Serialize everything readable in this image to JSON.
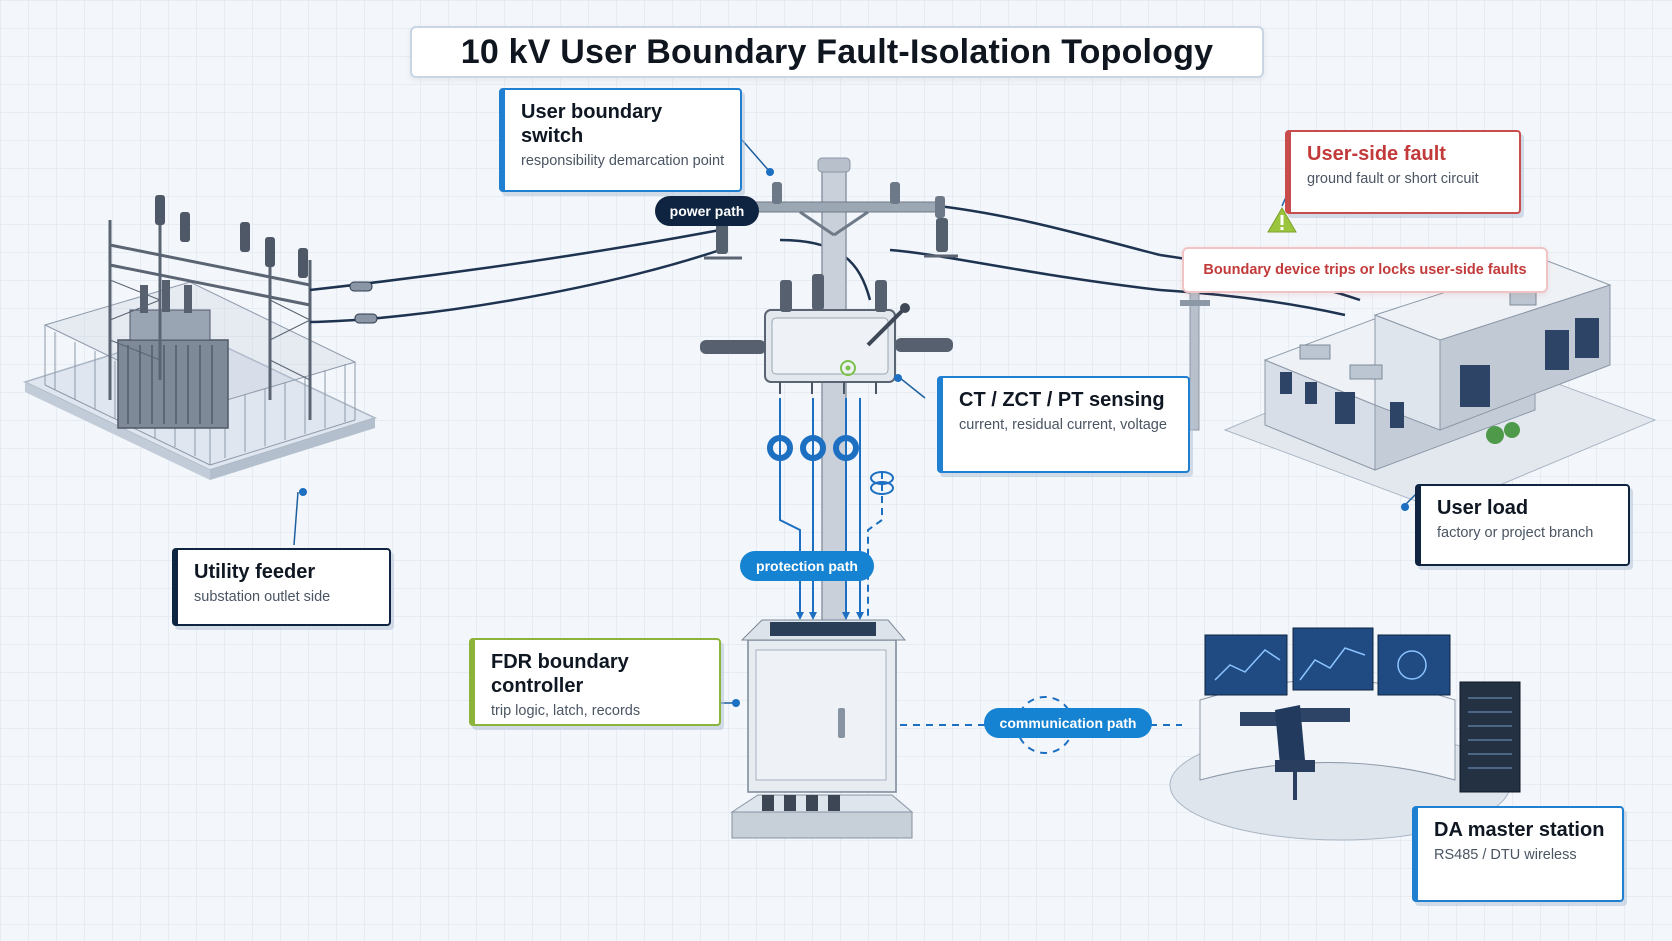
{
  "title": "10 kV User Boundary Fault-Isolation Topology",
  "paths": {
    "power": "power path",
    "protection": "protection path",
    "communication": "communication path"
  },
  "cards": {
    "user_boundary_switch": {
      "title": "User boundary switch",
      "subtitle": "responsibility demarcation point"
    },
    "user_side_fault": {
      "title": "User-side fault",
      "subtitle": "ground fault or short circuit"
    },
    "ct_sensing": {
      "title": "CT / ZCT / PT sensing",
      "subtitle": "current, residual current, voltage"
    },
    "user_load": {
      "title": "User load",
      "subtitle": "factory or project branch"
    },
    "utility_feeder": {
      "title": "Utility feeder",
      "subtitle": "substation outlet side"
    },
    "fdr_controller": {
      "title": "FDR boundary controller",
      "subtitle": "trip logic, latch, records"
    },
    "da_master": {
      "title": "DA master station",
      "subtitle": "RS485 / DTU wireless"
    }
  },
  "fault_banner": "Boundary device trips or locks user-side faults",
  "icons": [
    "warning-icon"
  ],
  "colors": {
    "navy": "#0e2440",
    "blue": "#1683d2",
    "green": "#8cb43a",
    "red": "#c94c4c"
  }
}
